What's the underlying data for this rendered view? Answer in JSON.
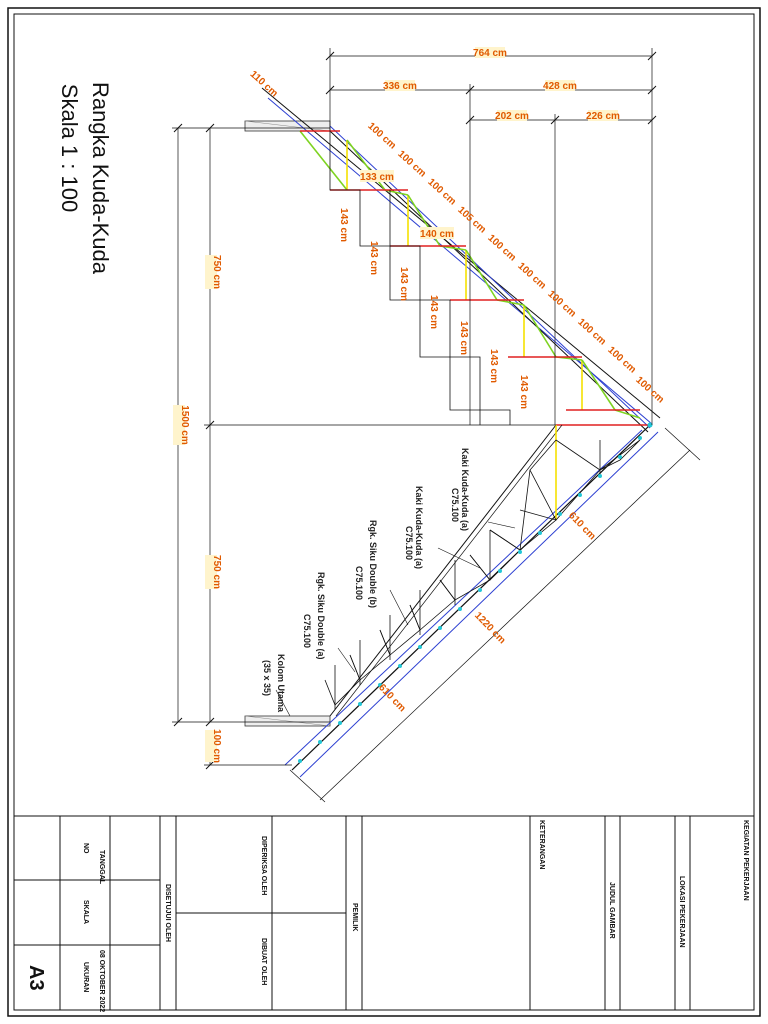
{
  "drawing": {
    "title": "Rangka Kuda-Kuda",
    "scale": "Skala 1 : 100",
    "sheet_size": "A3"
  },
  "dimensions": {
    "overall_width": "764 cm",
    "left_span": "336 cm",
    "right_span": "428 cm",
    "sub_a": "202 cm",
    "sub_b": "226 cm",
    "overhang": "110 cm",
    "segments": [
      "100 cm",
      "100 cm",
      "100 cm",
      "105 cm",
      "100 cm",
      "100 cm",
      "100 cm",
      "100 cm",
      "100 cm",
      "100 cm"
    ],
    "step_a": "133 cm",
    "step_b": "140 cm",
    "risers": [
      "143 cm",
      "143 cm",
      "143 cm",
      "143 cm",
      "143 cm",
      "143 cm",
      "143 cm"
    ],
    "height_upper": "750 cm",
    "height_total": "1500 cm",
    "height_lower": "750 cm",
    "base": "100 cm",
    "lower_seg_a": "610 cm",
    "lower_total": "1220 cm",
    "lower_seg_b": "610 cm"
  },
  "labels": {
    "l1_name": "Kaki Kuda-Kuda (a)",
    "l1_spec": "C75.100",
    "l2_name": "Kaki Kuda-Kuda (a)",
    "l2_spec": "C75.100",
    "l3_name": "Rgk. Siku Double (b)",
    "l3_spec": "C75.100",
    "l4_name": "Rgk. Siku Double (a)",
    "l4_spec": "C75.100",
    "l5_name": "Kolom Utama",
    "l5_spec": "(35 x 35)"
  },
  "title_block": {
    "kegiatan": "KEGIATAN PEKERJAAN",
    "lokasi": "LOKASI PEKERJAAN",
    "judul": "JUDUL GAMBAR",
    "keterangan": "KETERANGAN",
    "pemilik": "PEMILIK",
    "diperiksa": "DIPERIKSA OLEH",
    "dibuat": "DIBUAT OLEH",
    "disetujui": "DISETUJUI OLEH",
    "tanggal_label": "TANGGAL",
    "tanggal_value": "08 OKTOBER 2022",
    "no_label": "NO",
    "skala_label": "SKALA",
    "ukuran_label": "UKURAN"
  },
  "colors": {
    "dimension_text": "#e05a00",
    "member_green": "#7ed321",
    "member_yellow": "#f5e100",
    "member_red": "#e02020",
    "member_blue": "#2c3fd1",
    "bolt_cyan": "#22c7d6"
  }
}
